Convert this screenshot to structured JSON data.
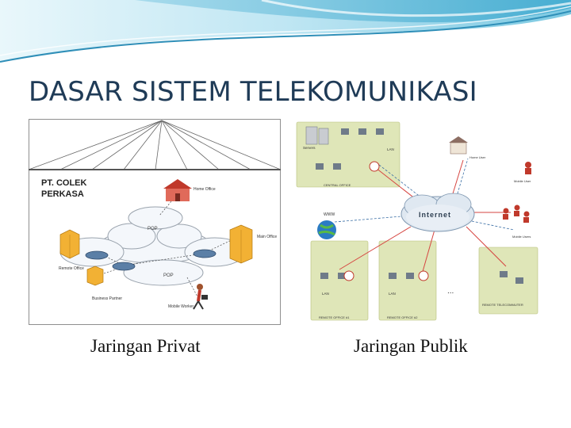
{
  "slide": {
    "title": "DASAR SISTEM TELEKOMUNIKASI",
    "colors": {
      "title": "#1f3b57",
      "banner_light": "#bfe6f3",
      "banner_dark": "#5fb8d8"
    }
  },
  "private_network": {
    "caption": "Jaringan Privat",
    "company_label_line1": "PT. COLEK",
    "company_label_line2": "PERKASA",
    "home_office": "Home Office",
    "main_office": "Main Office",
    "remote_office": "Remote Office",
    "business_partner": "Business Partner",
    "mobile_worker": "Mobile Worker",
    "pop_label": "POP"
  },
  "public_network": {
    "caption": "Jaringan Publik",
    "internet_label": "Internet",
    "www_label": "WWW",
    "servers_label": "Servers",
    "lan_label": "LAN",
    "central_office": "CENTRAL OFFICE",
    "remote_office_1": "REMOTE OFFICE #1",
    "remote_office_2": "REMOTE OFFICE #2",
    "remote_telecommuter": "REMOTE TELECOMMUTER",
    "home_user": "Home User",
    "mobile_user": "Mobile User",
    "mobile_users": "Mobile Users",
    "ellipsis": "..."
  }
}
